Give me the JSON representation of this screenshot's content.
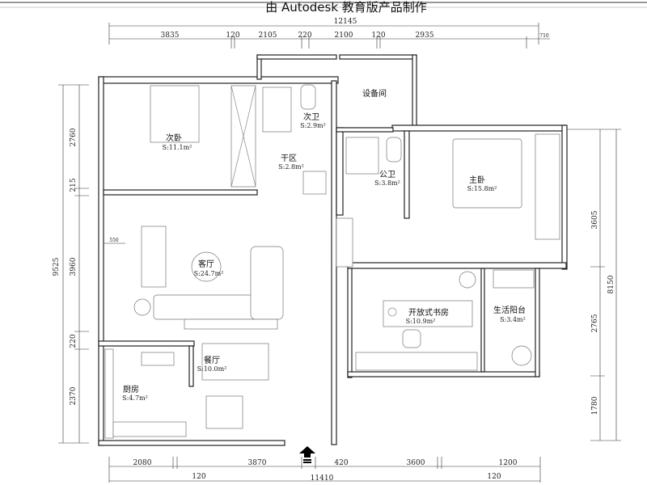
{
  "title": "由 Autodesk 教育版产品制作",
  "dimensions": {
    "top_total": "12145",
    "top": [
      "3835",
      "120",
      "2105",
      "220",
      "2100",
      "120",
      "2935",
      "710"
    ],
    "bottom": [
      "2080",
      "3870",
      "420",
      "3600",
      "1200"
    ],
    "bottom_sub": [
      "120",
      "11410",
      "120"
    ],
    "left": [
      "2760",
      "215",
      "3960",
      "220",
      "2370"
    ],
    "left_total": "9525",
    "left_offset": "550",
    "right": [
      "3605",
      "2765",
      "1780"
    ],
    "right_total": "8150"
  },
  "rooms": [
    {
      "name": "次卫",
      "area": "S:2.9m²"
    },
    {
      "name": "设备间",
      "area": ""
    },
    {
      "name": "次卧",
      "area": "S:11.1m²"
    },
    {
      "name": "干区",
      "area": "S:2.8m²"
    },
    {
      "name": "公卫",
      "area": "S:3.8m²"
    },
    {
      "name": "主卧",
      "area": "S:15.8m²"
    },
    {
      "name": "客厅",
      "area": "S:24.7m²"
    },
    {
      "name": "开放式书房",
      "area": "S:10.9m²"
    },
    {
      "name": "生活阳台",
      "area": "S:3.4m²"
    },
    {
      "name": "餐厅",
      "area": "S:10.0m²"
    },
    {
      "name": "厨房",
      "area": "S:4.7m²"
    }
  ]
}
